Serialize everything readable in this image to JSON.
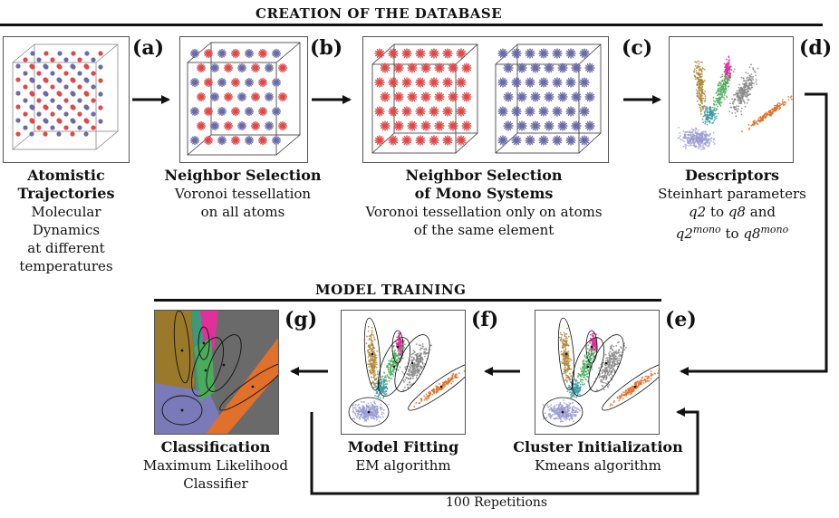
{
  "sections": {
    "database_title": "CREATION OF THE DATABASE",
    "training_title": "MODEL TRAINING"
  },
  "panels": {
    "a": {
      "label": "(a)",
      "title": "Atomistic",
      "title2": "Trajectories",
      "lines": [
        "Molecular",
        "Dynamics",
        "at different",
        "temperatures"
      ]
    },
    "b": {
      "label": "(b)",
      "title": "Neighbor Selection",
      "lines": [
        "Voronoi tessellation",
        "on all atoms"
      ]
    },
    "c": {
      "label": "(c)",
      "title": "Neighbor Selection",
      "title2": "of Mono Systems",
      "lines": [
        "Voronoi tessellation only on atoms",
        "of the same element"
      ]
    },
    "d": {
      "label": "(d)",
      "title": "Descriptors",
      "line1": "Steinhart parameters",
      "q_from": "q2",
      "to_word": "to",
      "q_to": "q8",
      "and_word": "and",
      "qm_from": "q2",
      "qm_to": "q8",
      "mono": "mono"
    },
    "e": {
      "label": "(e)",
      "title": "Cluster Initialization",
      "lines": [
        "Kmeans algorithm"
      ]
    },
    "f": {
      "label": "(f)",
      "title": "Model Fitting",
      "lines": [
        "EM algorithm"
      ]
    },
    "g": {
      "label": "(g)",
      "title": "Classification",
      "lines": [
        "Maximum Likelihood",
        "Classifier"
      ]
    }
  },
  "loop_label": "100 Repetitions",
  "colors": {
    "red_atom": "#e04848",
    "blue_atom": "#6a6aa8",
    "tan": "#b08a3a",
    "pink": "#e0309a",
    "green": "#4bab5a",
    "teal": "#3a9aa0",
    "gray": "#8a8a8a",
    "lavender": "#9a9ad0",
    "orange": "#e0702a"
  }
}
